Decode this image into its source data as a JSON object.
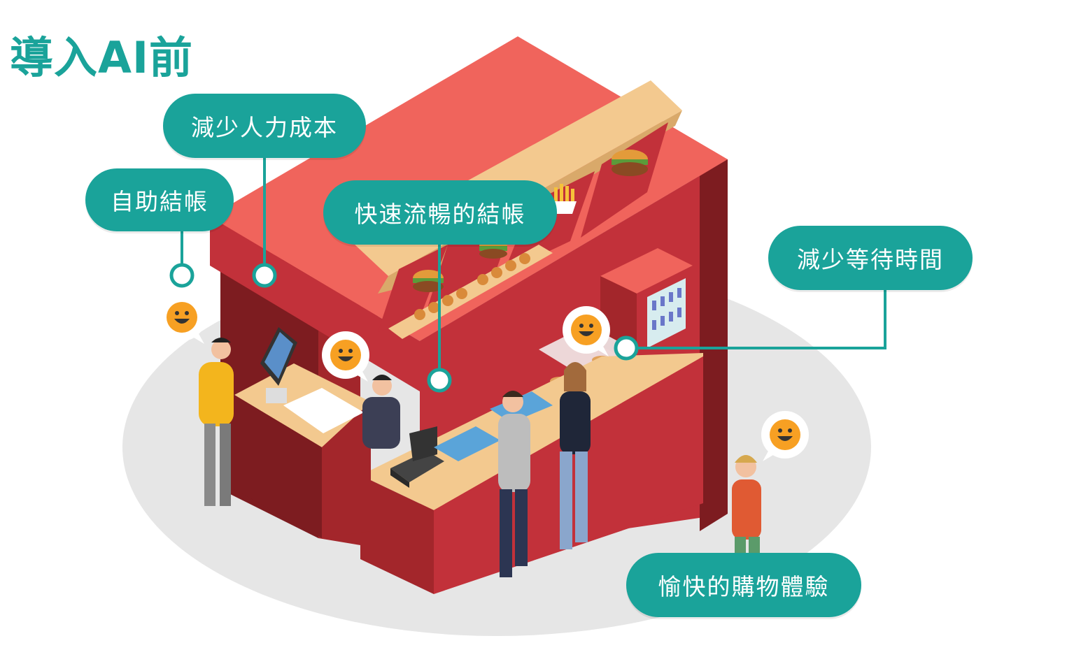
{
  "title": "導入AI前",
  "callouts": {
    "reduce_labor_cost": "減少人力成本",
    "self_checkout": "自助結帳",
    "smooth_checkout": "快速流暢的結帳",
    "reduce_wait_time": "減少等待時間",
    "pleasant_shopping": "愉快的購物體驗"
  },
  "icons": [
    "smile-icon",
    "self-order-kiosk-icon",
    "cash-register-icon",
    "burger-icon",
    "fries-icon",
    "drink-fridge-icon"
  ],
  "colors": {
    "accent": "#1aa39a",
    "booth_red": "#c2313a",
    "booth_dark_red": "#7d1c20",
    "booth_top": "#f0645c",
    "counter_wood": "#f3c98f",
    "floor": "#e6e6e6",
    "smile_face": "#f7a023"
  }
}
